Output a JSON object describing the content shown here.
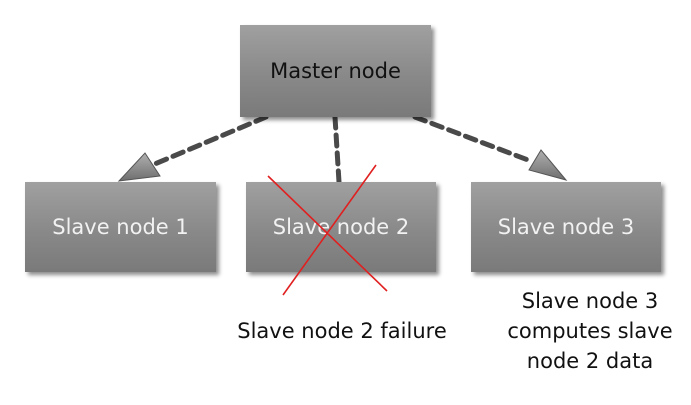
{
  "nodes": {
    "master": "Master node",
    "slave1": "Slave node 1",
    "slave2": "Slave node 2",
    "slave3": "Slave node 3"
  },
  "captions": {
    "failure": "Slave node 2 failure",
    "compute_lines": [
      "Slave node 3",
      "computes slave",
      "node 2 data"
    ]
  },
  "colors": {
    "node_fill": "#8c8c8c",
    "arrow": "#4a4a4a",
    "failure_cross": "#e02020"
  }
}
